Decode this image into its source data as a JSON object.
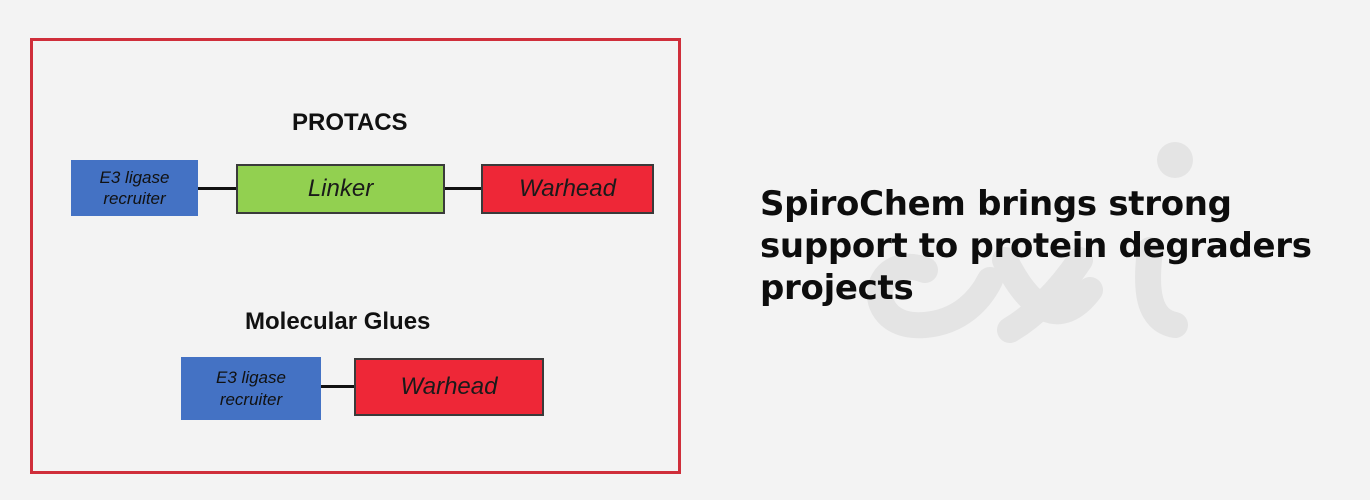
{
  "diagram": {
    "protacs": {
      "title": "PROTACS",
      "e3_label": "E3 ligase recruiter",
      "linker_label": "Linker",
      "warhead_label": "Warhead"
    },
    "molecular_glues": {
      "title": "Molecular Glues",
      "e3_label": "E3 ligase recruiter",
      "warhead_label": "Warhead"
    }
  },
  "headline": "SpiroChem brings strong support to protein degraders projects",
  "colors": {
    "frame_border": "#cf2e3a",
    "e3_box": "#4472c4",
    "linker_box": "#92d050",
    "warhead_box": "#ee2737",
    "background": "#f3f3f3"
  },
  "watermark_icon": "logo-watermark"
}
